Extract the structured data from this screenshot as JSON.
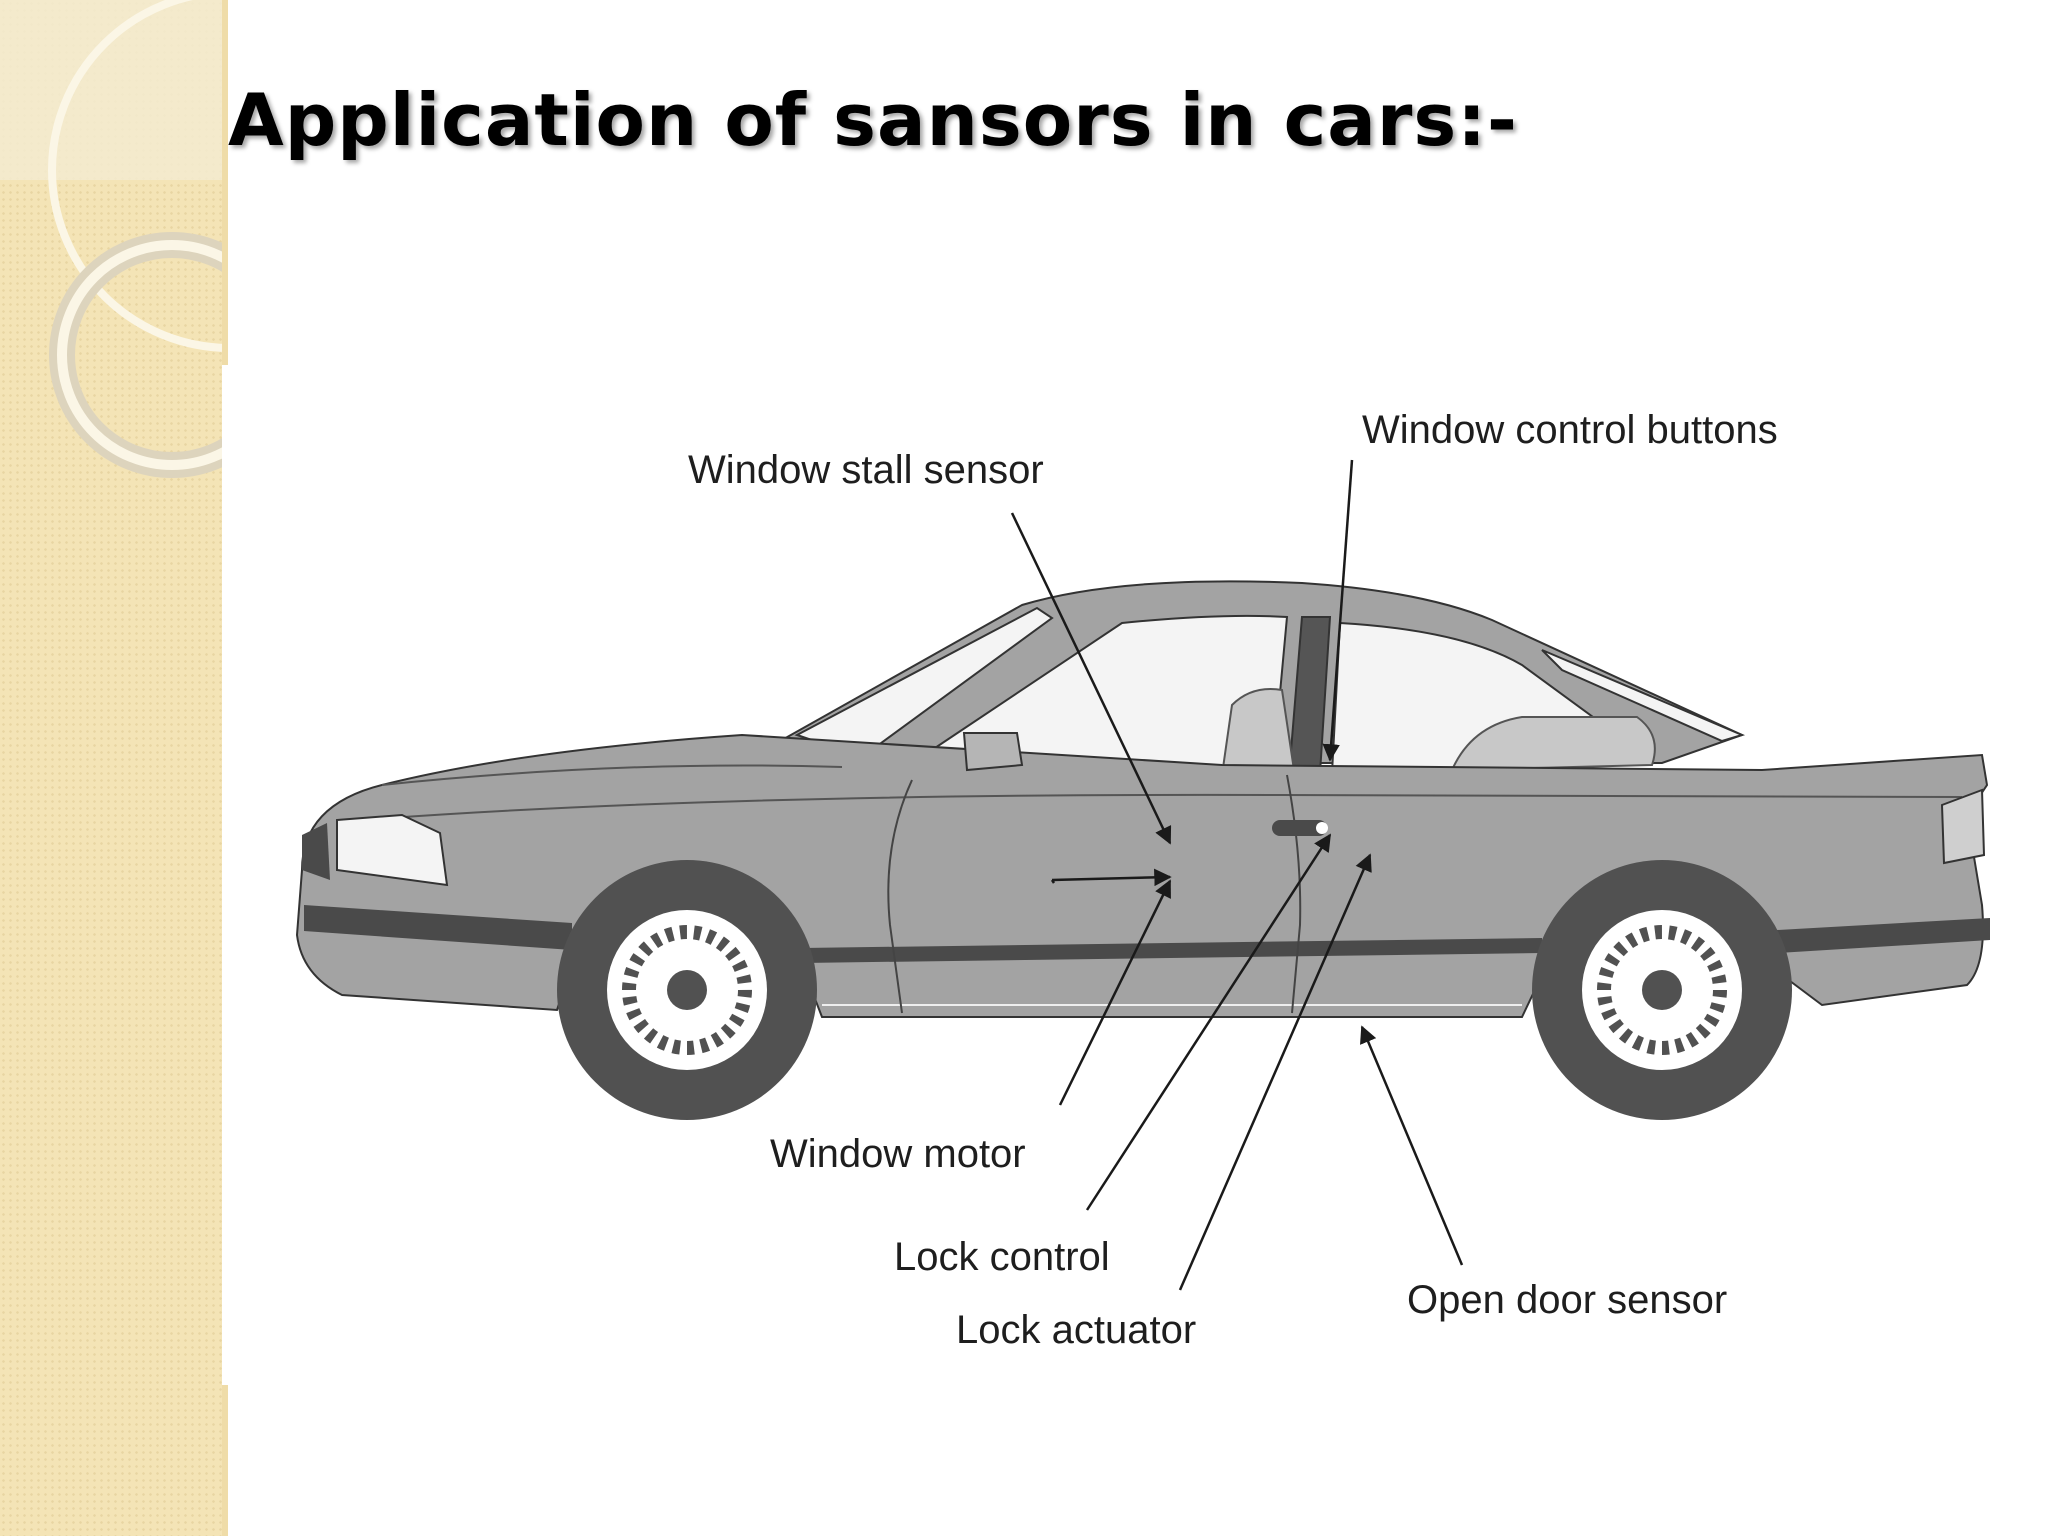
{
  "slide": {
    "title": "Application of sansors in cars:-"
  },
  "diagram": {
    "labels": {
      "window_stall_sensor": "Window stall sensor",
      "window_control_buttons": "Window control buttons",
      "window_motor": "Window motor",
      "lock_control": "Lock control",
      "lock_actuator": "Lock actuator",
      "open_door_sensor": "Open door sensor"
    },
    "colors": {
      "body": "#a3a3a3",
      "trim": "#4a4a4a",
      "glass": "#f4f4f4",
      "tire": "#515151",
      "side_strip": "#f4e4b6"
    }
  }
}
